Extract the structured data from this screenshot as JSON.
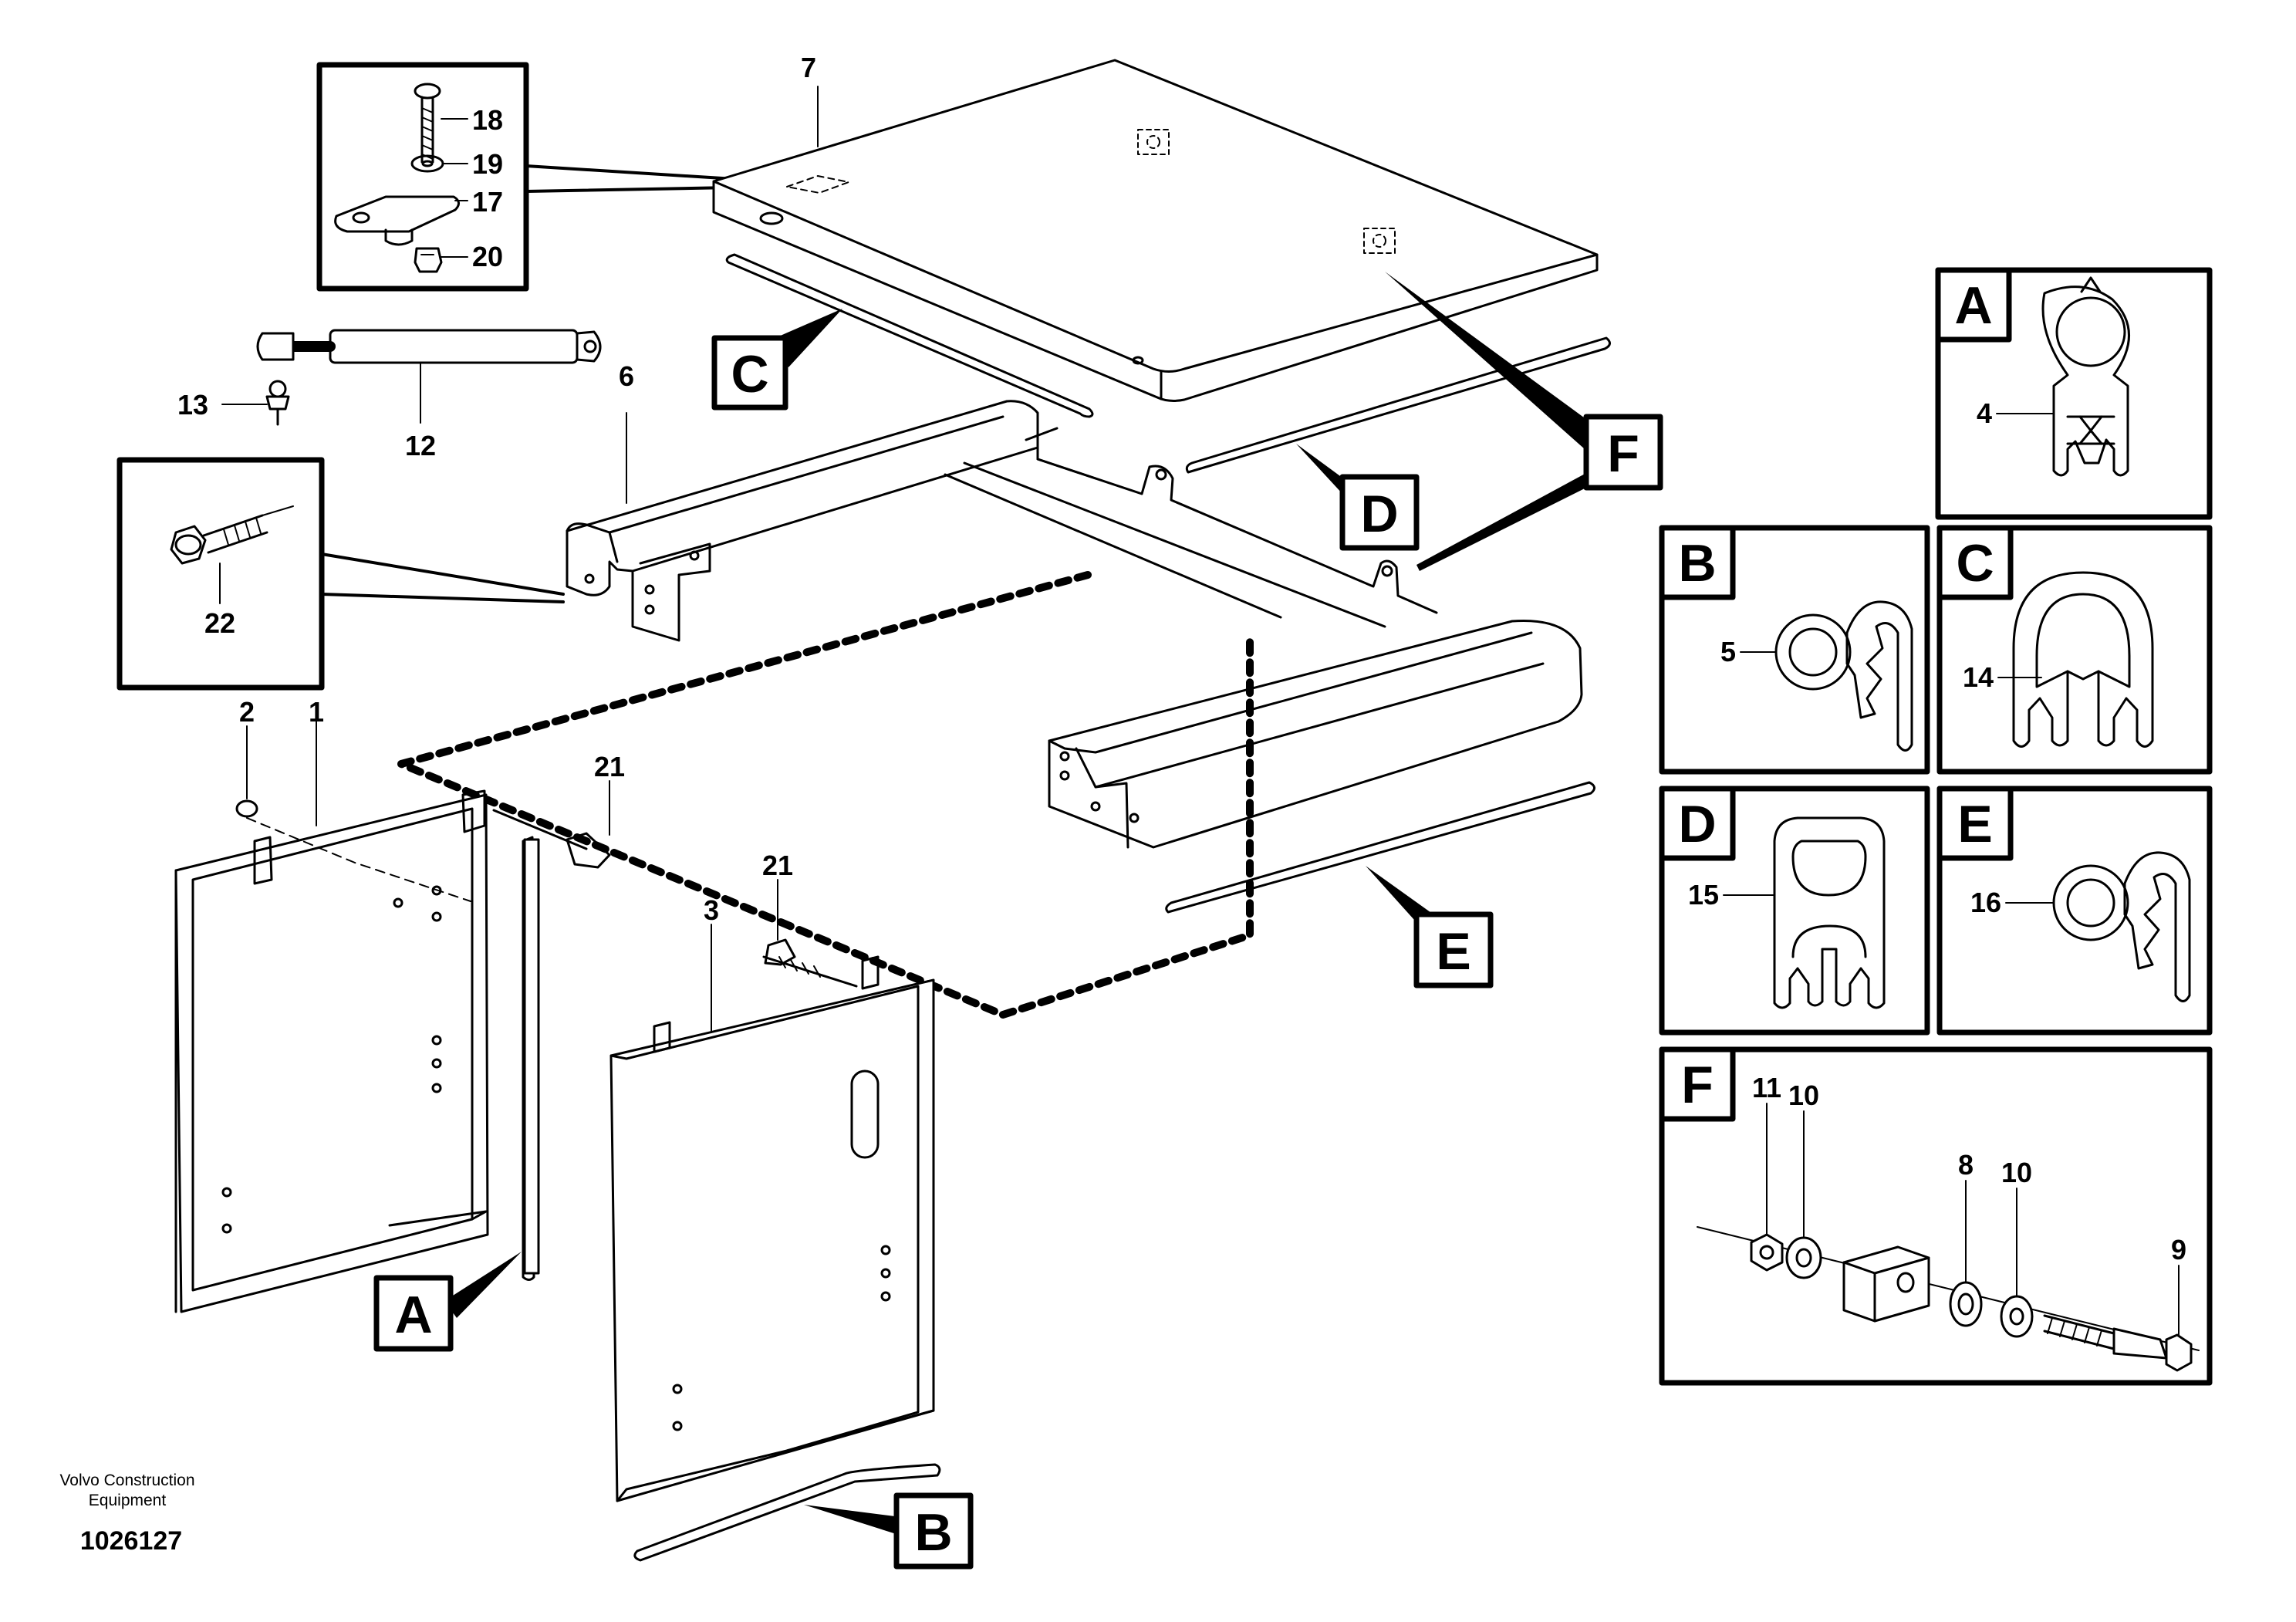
{
  "diagram": {
    "part_numbers": {
      "p1": "1",
      "p2": "2",
      "p3": "3",
      "p4": "4",
      "p5": "5",
      "p6": "6",
      "p7": "7",
      "p8": "8",
      "p9": "9",
      "p10a": "10",
      "p10b": "10",
      "p11": "11",
      "p12": "12",
      "p13": "13",
      "p14": "14",
      "p15": "15",
      "p16": "16",
      "p17": "17",
      "p18": "18",
      "p19": "19",
      "p20": "20",
      "p21a": "21",
      "p21b": "21",
      "p22": "22"
    },
    "detail_letters": {
      "A": "A",
      "B": "B",
      "C": "C",
      "D": "D",
      "E": "E",
      "F": "F"
    },
    "footer": {
      "company_line1": "Volvo Construction",
      "company_line2": "Equipment",
      "doc_number": "1026127"
    }
  }
}
